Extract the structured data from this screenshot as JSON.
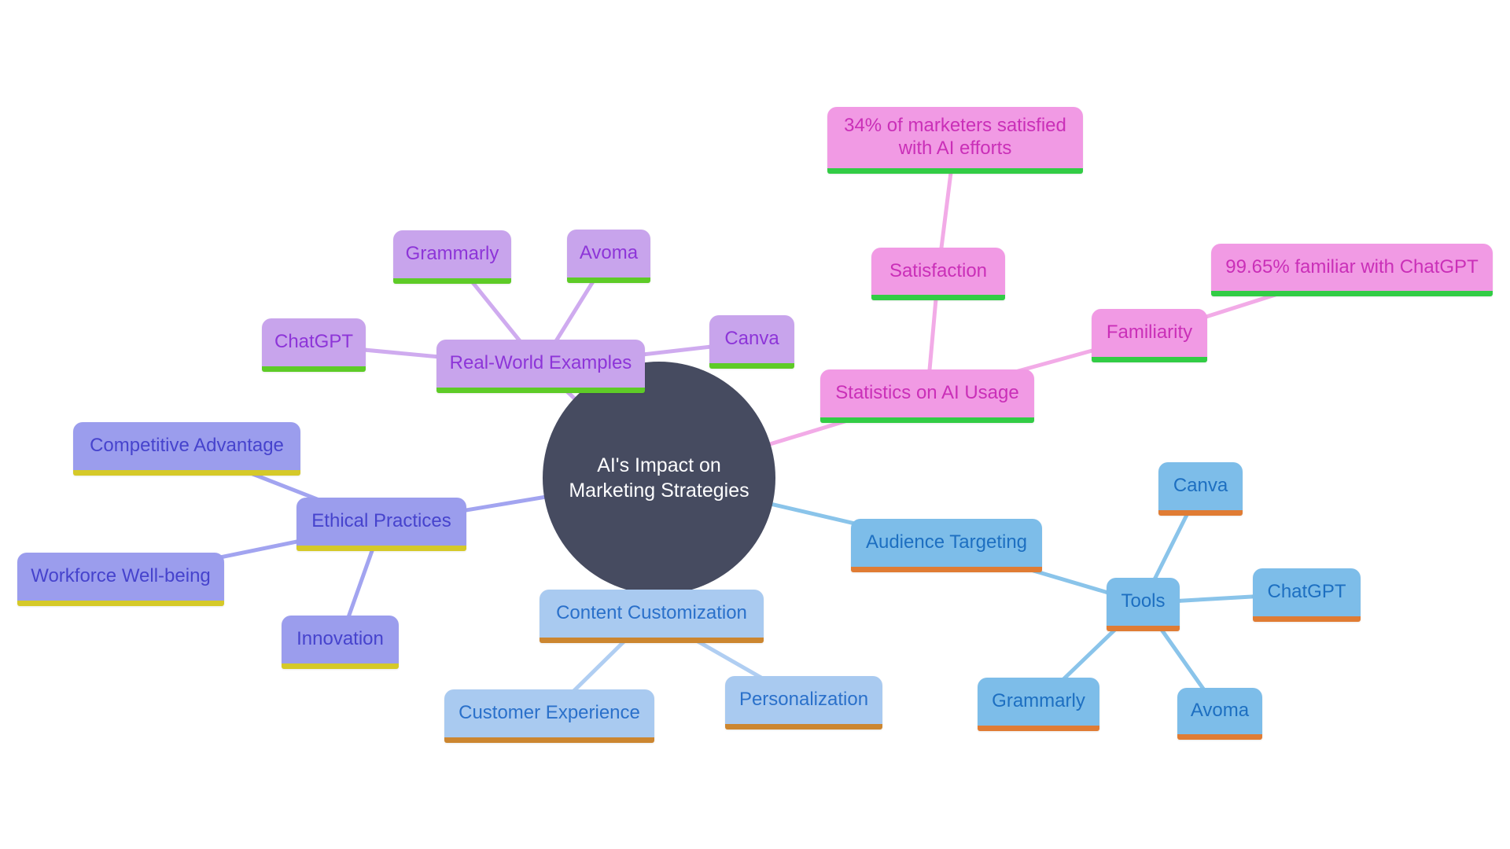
{
  "diagram_title": "AI's Impact on Marketing Strategies",
  "nodes": {
    "center": "AI's Impact on Marketing Strategies",
    "real_world_examples": "Real-World Examples",
    "rwe_grammarly": "Grammarly",
    "rwe_avoma": "Avoma",
    "rwe_chatgpt": "ChatGPT",
    "rwe_canva": "Canva",
    "statistics": "Statistics on AI Usage",
    "satisfaction": "Satisfaction",
    "satisfaction_stat": "34% of marketers satisfied with AI efforts",
    "familiarity": "Familiarity",
    "familiarity_stat": "99.65% familiar with ChatGPT",
    "ethical_practices": "Ethical Practices",
    "competitive_advantage": "Competitive Advantage",
    "workforce_wellbeing": "Workforce Well-being",
    "innovation": "Innovation",
    "audience_targeting": "Audience Targeting",
    "tools": "Tools",
    "tools_canva": "Canva",
    "tools_chatgpt": "ChatGPT",
    "tools_grammarly": "Grammarly",
    "tools_avoma": "Avoma",
    "content_customization": "Content Customization",
    "customer_experience": "Customer Experience",
    "personalization": "Personalization"
  },
  "hierarchy": {
    "AI's Impact on Marketing Strategies": {
      "Real-World Examples": [
        "Grammarly",
        "Avoma",
        "ChatGPT",
        "Canva"
      ],
      "Statistics on AI Usage": {
        "Satisfaction": [
          "34% of marketers satisfied with AI efforts"
        ],
        "Familiarity": [
          "99.65% familiar with ChatGPT"
        ]
      },
      "Ethical Practices": [
        "Competitive Advantage",
        "Workforce Well-being",
        "Innovation"
      ],
      "Audience Targeting": {
        "Tools": [
          "Canva",
          "ChatGPT",
          "Grammarly",
          "Avoma"
        ]
      },
      "Content Customization": [
        "Customer Experience",
        "Personalization"
      ]
    }
  },
  "palette": {
    "center": {
      "fill": "#464b60",
      "text": "#fdfdfe"
    },
    "purple": {
      "fill": "#c8a4ec",
      "text": "#8d35d8",
      "underline": "#5ecb27",
      "edge": "#cfabef"
    },
    "pink": {
      "fill": "#f19ae4",
      "text": "#ca2fb8",
      "underline": "#32cc45",
      "edge": "#f2abe7"
    },
    "periwinkle": {
      "fill": "#9b9ded",
      "text": "#4643cd",
      "underline": "#d5c929",
      "edge": "#a2a4f0"
    },
    "blue": {
      "fill": "#7dbde9",
      "text": "#1d6fc1",
      "underline": "#e07c34",
      "edge": "#8ac4ea"
    },
    "lightblue": {
      "fill": "#a9caf0",
      "text": "#2a70ca",
      "underline": "#cc8630",
      "edge": "#b0cef2"
    }
  }
}
